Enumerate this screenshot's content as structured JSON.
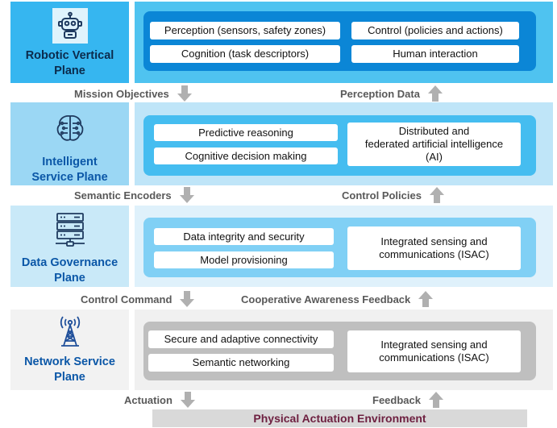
{
  "planes": [
    {
      "id": "robotic",
      "title_line1": "Robotic Vertical",
      "title_line2": "Plane",
      "icon": "robot-icon",
      "items": [
        "Perception (sensors, safety zones)",
        "Cognition (task descriptors)",
        "Control (policies and actions)",
        "Human interaction"
      ]
    },
    {
      "id": "intelligent",
      "title_line1": "Intelligent",
      "title_line2": "Service Plane",
      "icon": "brain-circuit-icon",
      "items": [
        "Predictive reasoning",
        "Cognitive decision making",
        "Distributed and\nfederated artificial intelligence\n(AI)"
      ]
    },
    {
      "id": "data",
      "title_line1": "Data Governance",
      "title_line2": "Plane",
      "icon": "server-rack-icon",
      "items": [
        "Data integrity and security",
        "Model provisioning",
        "Integrated sensing and\ncommunications (ISAC)"
      ]
    },
    {
      "id": "network",
      "title_line1": "Network Service",
      "title_line2": "Plane",
      "icon": "antenna-tower-icon",
      "items": [
        "Secure and adaptive connectivity",
        "Semantic networking",
        "Integrated sensing and\ncommunications (ISAC)"
      ]
    }
  ],
  "flows": [
    {
      "down": "Mission Objectives",
      "up": "Perception Data"
    },
    {
      "down": "Semantic Encoders",
      "up": "Control Policies"
    },
    {
      "down": "Control Command",
      "up": "Cooperative Awareness Feedback"
    },
    {
      "down": "Actuation",
      "up": "Feedback"
    }
  ],
  "environment": "Physical Actuation Environment",
  "colors": {
    "robotic_outer": "#4fc3f0",
    "robotic_inner": "#0b86d6",
    "robotic_label_bg": "#36b6f0",
    "intelligent_outer": "#bfe5f8",
    "intelligent_inner": "#45bdf0",
    "intelligent_label_bg": "#9bd7f4",
    "data_outer": "#dff1fb",
    "data_inner": "#80d0f5",
    "data_label_bg": "#c9e9f8",
    "network_outer": "#f0f0f0",
    "network_inner": "#bfbfbf",
    "network_label_bg": "#f2f2f2",
    "title_dark": "#0b2b4c",
    "title_blue": "#0b57a7",
    "environment_bg": "#d9d9d9",
    "environment_text": "#6e2141"
  }
}
